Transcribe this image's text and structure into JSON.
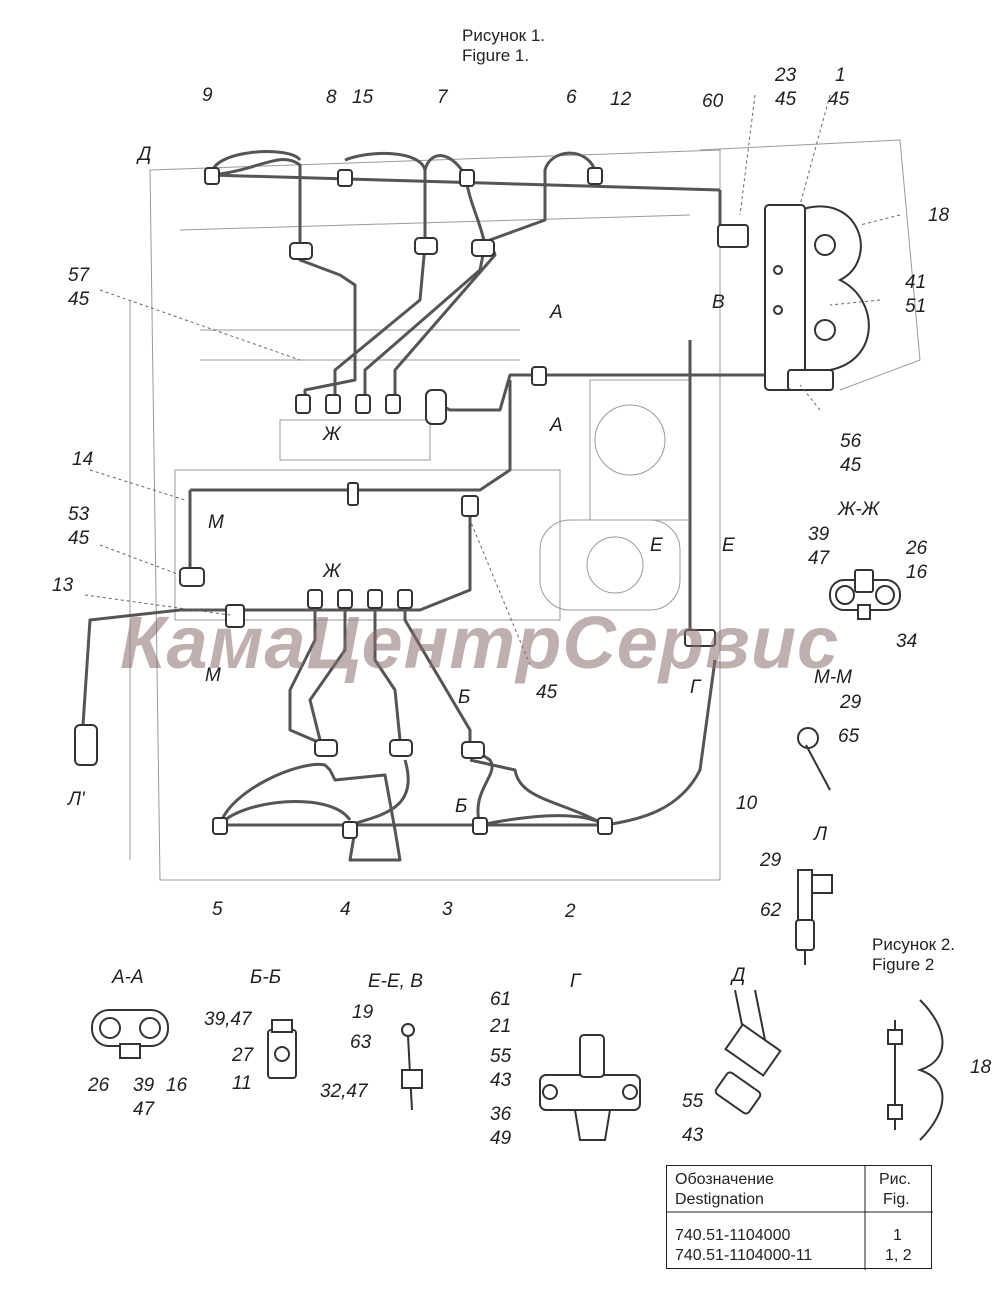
{
  "figure1_caption": {
    "ru": "Рисунок 1.",
    "en": "Figure 1."
  },
  "figure2_caption": {
    "ru": "Рисунок 2.",
    "en": "Figure 2"
  },
  "watermark": "КамаЦентрСервис",
  "colors": {
    "line": "#4a4a4a",
    "pipe": "#555555",
    "watermark": "#8c6e6e"
  },
  "callouts": {
    "n9": "9",
    "n8": "8",
    "n15": "15",
    "n7": "7",
    "n6": "6",
    "n12": "12",
    "n60": "60",
    "n23": "23",
    "n45a": "45",
    "n1": "1",
    "n45b": "45",
    "n18": "18",
    "n57": "57",
    "n45c": "45",
    "n41": "41",
    "n51": "51",
    "n56": "56",
    "n45d": "45",
    "n14": "14",
    "n53": "53",
    "n45e": "45",
    "n13": "13",
    "n45f": "45",
    "n10": "10",
    "n5": "5",
    "n4": "4",
    "n3": "3",
    "n2": "2",
    "n39": "39",
    "n47": "47",
    "n26": "26",
    "n16": "16",
    "n34": "34",
    "n29a": "29",
    "n65": "65",
    "n29b": "29",
    "n62": "62"
  },
  "section_letters": {
    "D": "Д",
    "A1": "А",
    "A2": "А",
    "V": "В",
    "ZH1": "Ж",
    "ZH2": "Ж",
    "M1": "М",
    "M2": "М",
    "E1": "Е",
    "E2": "Е",
    "G": "Г",
    "B1": "Б",
    "B2": "Б",
    "L1": "Л'"
  },
  "section_titles": {
    "zhzh": "Ж-Ж",
    "mm": "М-М",
    "l": "Л",
    "aa": "А-А",
    "bb": "Б-Б",
    "eev": "Е-Е, В",
    "g": "Г",
    "d": "Д"
  },
  "detail_labels": {
    "aa26": "26",
    "aa39": "39",
    "aa47": "47",
    "aa16": "16",
    "bb3947": "39,47",
    "bb27": "27",
    "bb11": "11",
    "ee19": "19",
    "ee63": "63",
    "ee3247": "32,47",
    "g61": "61",
    "g21": "21",
    "g55": "55",
    "g43": "43",
    "g36": "36",
    "g49": "49",
    "d55": "55",
    "d43": "43",
    "f2_18": "18"
  },
  "table": {
    "header": {
      "designation_ru": "Обозначение",
      "designation_en": "Destignation",
      "fig_ru": "Рис.",
      "fig_en": "Fig."
    },
    "rows": [
      {
        "designation": "740.51-1104000",
        "fig": "1"
      },
      {
        "designation": "740.51-1104000-11",
        "fig": "1, 2"
      }
    ]
  }
}
